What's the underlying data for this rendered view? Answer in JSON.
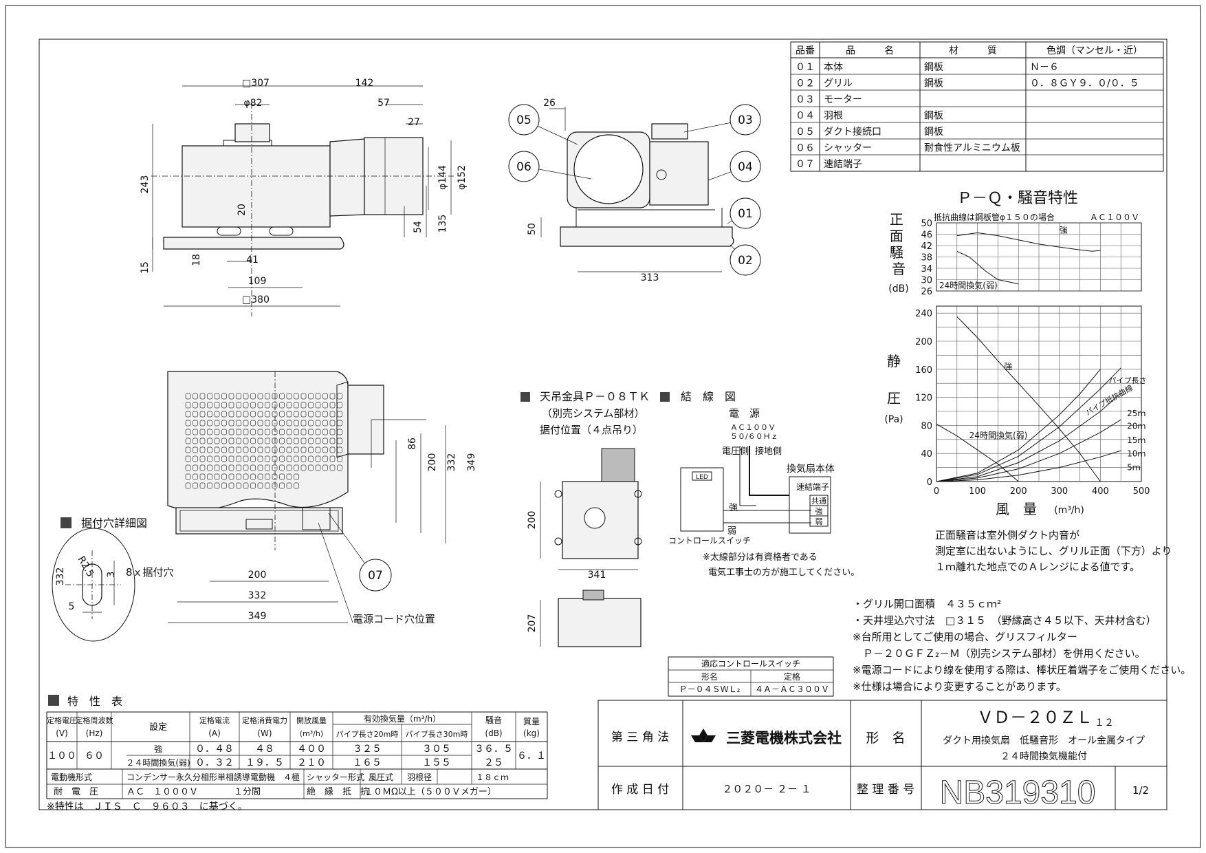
{
  "parts_table": {
    "headers": [
      "品番",
      "品　　　名",
      "材　　　質",
      "色調（マンセル・近）"
    ],
    "rows": [
      [
        "０１",
        "本体",
        "鋼板",
        "Ｎ－６"
      ],
      [
        "０２",
        "グリル",
        "鋼板",
        "０．８ＧＹ９．０/０．５"
      ],
      [
        "０３",
        "モーター",
        "",
        ""
      ],
      [
        "０４",
        "羽根",
        "鋼板",
        ""
      ],
      [
        "０５",
        "ダクト接続口",
        "鋼板",
        ""
      ],
      [
        "０６",
        "シャッター",
        "耐食性アルミニウム板",
        ""
      ],
      [
        "０７",
        "速結端子",
        "",
        ""
      ]
    ]
  },
  "top_view": {
    "dims": [
      "□307",
      "142",
      "φ82",
      "57",
      "27",
      "243",
      "φ144",
      "φ152",
      "20",
      "54",
      "135",
      "15",
      "18",
      "41",
      "109",
      "□380"
    ]
  },
  "side_view": {
    "dims": [
      "26",
      "50",
      "313"
    ],
    "callouts": [
      "05",
      "06",
      "03",
      "04",
      "01",
      "02"
    ]
  },
  "front_view": {
    "dims": [
      "86",
      "200",
      "332",
      "349",
      "200",
      "332",
      "349"
    ],
    "callout": "07",
    "cord_label": "電源コード穴位置",
    "mount_hole_label": "8ｘ据付穴"
  },
  "mount_detail": {
    "title": "据付穴詳細図",
    "dims": [
      "R2.5",
      "3",
      "332",
      "5"
    ]
  },
  "hanger": {
    "title": "天吊金具Ｐ－０８ＴＫ",
    "sub1": "（別売システム部材）",
    "sub2": "据付位置（４点吊り）",
    "dims": [
      "200",
      "341",
      "207"
    ]
  },
  "wiring": {
    "title": "結　線　図",
    "power": "電　源",
    "voltage": "ＡＣ１００Ｖ",
    "freq": "５０/６０Ｈｚ",
    "live": "電圧側",
    "ground": "接地側",
    "fan_body": "換気扇本体",
    "terminal": "速結端子",
    "t_common": "共通",
    "t_strong": "強",
    "t_weak": "弱",
    "sw_strong": "強",
    "sw_weak": "弱",
    "led": "LED",
    "switch_label": "コントロールスイッチ",
    "note1": "※太線部分は有資格者である",
    "note2": "電気工事士の方が施工してください。"
  },
  "switch_table": {
    "title": "適応コントロールスイッチ",
    "headers": [
      "形名",
      "定格"
    ],
    "row": [
      "Ｐ－０４ＳＷＬ₂",
      "４Ａ－ＡＣ３００Ｖ"
    ]
  },
  "pq_chart": {
    "title": "Ｐ－Ｑ・騒音特性",
    "noise_note": "抵抗曲線は鋼板管φ１５０の場合",
    "voltage": "ＡＣ１００Ｖ",
    "noise_axis": "正面騒音",
    "noise_unit": "(dB)",
    "pressure_axis": "静圧",
    "pressure_unit": "(Pa)",
    "x_axis": "風　量",
    "x_unit": "(m³/h)",
    "label_strong": "強",
    "label_weak": "24時間換気(弱)",
    "pipe_length": "パイプ長さ",
    "pipe_curve": "パイプ抵抗曲線",
    "pipe_labels": [
      "25ｍ",
      "20ｍ",
      "15ｍ",
      "10ｍ",
      "5ｍ"
    ]
  },
  "chart_data": {
    "type": "line",
    "title": "Ｐ－Ｑ・騒音特性",
    "noise": {
      "ylabel": "正面騒音 (dB)",
      "ylim": [
        26,
        50
      ],
      "yticks": [
        26,
        30,
        34,
        38,
        42,
        46,
        50
      ],
      "series": [
        {
          "name": "強",
          "x": [
            50,
            100,
            150,
            200,
            250,
            300,
            350,
            380,
            400
          ],
          "y": [
            45.5,
            46.5,
            45.5,
            44,
            42.5,
            41.5,
            40.5,
            40,
            40.3
          ]
        },
        {
          "name": "24時間換気(弱)",
          "x": [
            50,
            80,
            120,
            150,
            200
          ],
          "y": [
            40,
            38,
            33,
            30,
            28.5
          ]
        }
      ]
    },
    "pq": {
      "xlabel": "風量 (m³/h)",
      "ylabel": "静圧 (Pa)",
      "xlim": [
        0,
        500
      ],
      "ylim": [
        0,
        250
      ],
      "xticks": [
        0,
        100,
        200,
        300,
        400,
        500
      ],
      "yticks": [
        0,
        40,
        80,
        120,
        160,
        200,
        240
      ],
      "series": [
        {
          "name": "強",
          "x": [
            50,
            100,
            150,
            200,
            250,
            300,
            350,
            400
          ],
          "y": [
            235,
            205,
            172,
            140,
            108,
            75,
            40,
            0
          ]
        },
        {
          "name": "24時間換気(弱)",
          "x": [
            0,
            50,
            100,
            150,
            200
          ],
          "y": [
            82,
            65,
            45,
            25,
            0
          ]
        },
        {
          "name": "25ｍ",
          "x": [
            0,
            100,
            200,
            300,
            350,
            400
          ],
          "y": [
            0,
            12,
            45,
            95,
            125,
            160
          ]
        },
        {
          "name": "20ｍ",
          "x": [
            0,
            100,
            200,
            300,
            350,
            400,
            450
          ],
          "y": [
            0,
            10,
            36,
            78,
            105,
            132,
            162
          ]
        },
        {
          "name": "15ｍ",
          "x": [
            0,
            100,
            200,
            300,
            400,
            450
          ],
          "y": [
            0,
            7,
            27,
            58,
            100,
            126
          ]
        },
        {
          "name": "10ｍ",
          "x": [
            0,
            100,
            200,
            300,
            400,
            450
          ],
          "y": [
            0,
            5,
            18,
            40,
            70,
            88
          ]
        },
        {
          "name": "5ｍ",
          "x": [
            0,
            100,
            200,
            300,
            400,
            450
          ],
          "y": [
            0,
            2.5,
            9,
            20,
            35,
            44
          ]
        }
      ]
    }
  },
  "pq_notes": {
    "line1": "正面騒音は室外側ダクト内音が",
    "line2": "測定室に出ないようにし、グリル正面（下方）より",
    "line3": "１ｍ離れた地点でのＡレンジによる値です。"
  },
  "spec_notes": [
    "・グリル開口面積　４３５ｃｍ²",
    "・天井埋込穴寸法　□３１５　（野縁高さ４５以下、天井材含む）",
    "※台所用としてご使用の場合、グリスフィルター",
    "　Ｐ－２０ＧＦＺ₂－Ｍ（別売システム部材）を併用ください。",
    "※電源コードにより線を使用する際は、棒状圧着端子をご使用ください。",
    "※仕様は場合により変更することがあります。"
  ],
  "char_table": {
    "title": "特　性　表",
    "h_voltage": "定格電圧",
    "h_voltage_unit": "(V)",
    "h_freq": "定格周波数",
    "h_freq_unit": "(Hz)",
    "h_setting": "設定",
    "h_current": "定格電流",
    "h_current_unit": "(A)",
    "h_power": "定格消費電力",
    "h_power_unit": "(W)",
    "h_open": "開放風量",
    "h_open_unit": "(m³/h)",
    "h_vent": "有効換気量（m³/h）",
    "h_pipe20": "パイプ長さ20m時",
    "h_pipe30": "パイプ長さ30m時",
    "h_noise": "騒音",
    "h_noise_unit": "(dB)",
    "h_mass": "質量",
    "h_mass_unit": "(kg)",
    "voltage": "１００",
    "freq": "６０",
    "mass": "６．１",
    "rows": [
      [
        "強",
        "０．４８",
        "４８",
        "４００",
        "３２５",
        "３０５",
        "３６．５"
      ],
      [
        "２４時間換気(弱)",
        "０．３２",
        "１９．５",
        "２１０",
        "１６５",
        "１５５",
        "２５"
      ]
    ],
    "motor_label": "電動機形式",
    "motor_value": "コンデンサー永久分相形単相誘導電動機　４極",
    "shutter_label": "シャッター形式",
    "shutter_value": "風圧式",
    "blade_label": "羽根径",
    "blade_value": "１８ｃｍ",
    "withstand_label": "耐　電　圧",
    "withstand_value": "ＡＣ　１０００Ｖ　　　　１分間",
    "insulation_label": "絶　縁　抵　抗",
    "insulation_value": "１０ＭΩ以上（５００Ｖメガー）",
    "footnote": "※特性は　ＪＩＳ　Ｃ　９６０３　に基づく。"
  },
  "title_block": {
    "projection": "第 三 角 法",
    "company": "三菱電機株式会社",
    "model_label": "形　名",
    "model": "ＶＤ－２０ＺＬ",
    "model_suffix": "１２",
    "desc1": "ダクト用換気扇　低騒音形　オール金属タイプ",
    "desc2": "２４時間換気機能付",
    "date_label": "作 成 日 付",
    "date": "２０２０－ ２－ １",
    "ref_label": "整 理 番 号",
    "ref": "NB319310",
    "page": "1/2"
  }
}
